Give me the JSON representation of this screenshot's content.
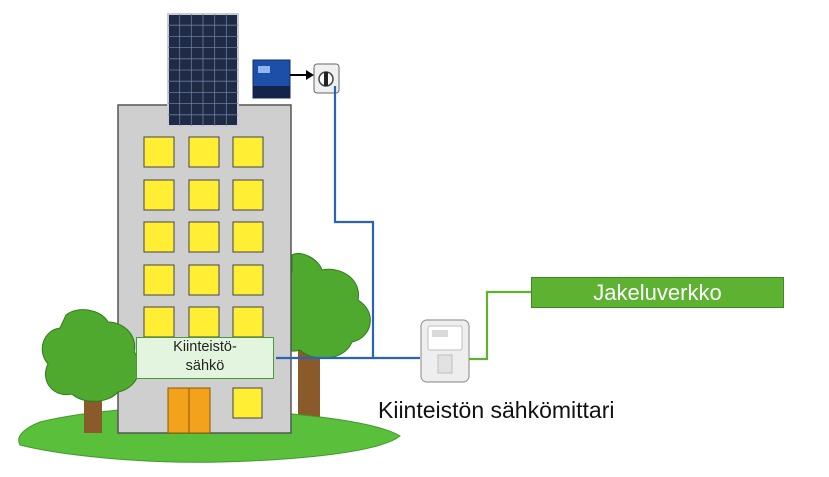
{
  "labels": {
    "property_electricity": "Kiinteistö-\nsähkö",
    "distribution_network": "Jakeluverkko",
    "property_meter": "Kiinteistön sähkömittari"
  },
  "icons": [
    "solar-panel-icon",
    "inverter-icon",
    "safety-switch-icon",
    "electricity-meter-icon",
    "tree-icon",
    "building-icon"
  ],
  "colors": {
    "cable_blue": "#2a63b8",
    "grid_green": "#5db232",
    "window_yellow": "#ffee33",
    "building_grey": "#cfcfcf",
    "ground_green": "#5ac03c",
    "door_orange": "#f3a21c"
  }
}
